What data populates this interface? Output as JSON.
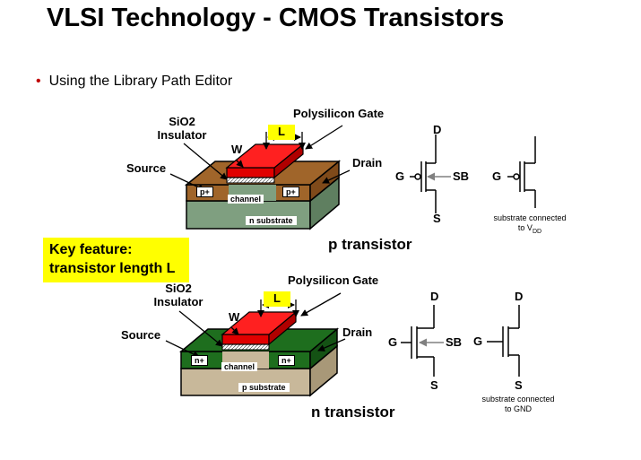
{
  "slide": {
    "title": "VLSI Technology - CMOS Transistors",
    "bullet": "Using the Library Path Editor",
    "key_feature_line1": "Key feature:",
    "key_feature_line2": "transistor length L"
  },
  "p_transistor": {
    "sio2": "SiO2",
    "insulator": "Insulator",
    "gate": "Polysilicon Gate",
    "length": "L",
    "width": "W",
    "source": "Source",
    "drain": "Drain",
    "well_left": "p+",
    "well_right": "p+",
    "channel": "channel",
    "substrate": "n substrate",
    "caption": "p transistor",
    "sym_d": "D",
    "sym_g": "G",
    "sym_sb": "SB",
    "sym_s": "S",
    "sym2_g": "G",
    "note_line1": "substrate connected",
    "note_line2_prefix": "to V",
    "note_line2_sub": "DD"
  },
  "n_transistor": {
    "sio2": "SiO2",
    "insulator": "Insulator",
    "gate": "Polysilicon Gate",
    "length": "L",
    "width": "W",
    "source": "Source",
    "drain": "Drain",
    "well_left": "n+",
    "well_right": "n+",
    "channel": "channel",
    "substrate": "p substrate",
    "caption": "n transistor",
    "sym_d": "D",
    "sym_g": "G",
    "sym_sb": "SB",
    "sym_s": "S",
    "sym2_d": "D",
    "sym2_g": "G",
    "sym2_s": "S",
    "note_line1": "substrate connected",
    "note_line2": "to GND"
  },
  "colors": {
    "gate_red": "#e00000",
    "p_well_brown": "#a0652a",
    "n_substrate_green": "#7f9f80",
    "n_well_green": "#1e6e1e",
    "p_substrate_tan": "#c8b89a",
    "highlight_yellow": "#ffff00",
    "bullet_red": "#c00000"
  }
}
